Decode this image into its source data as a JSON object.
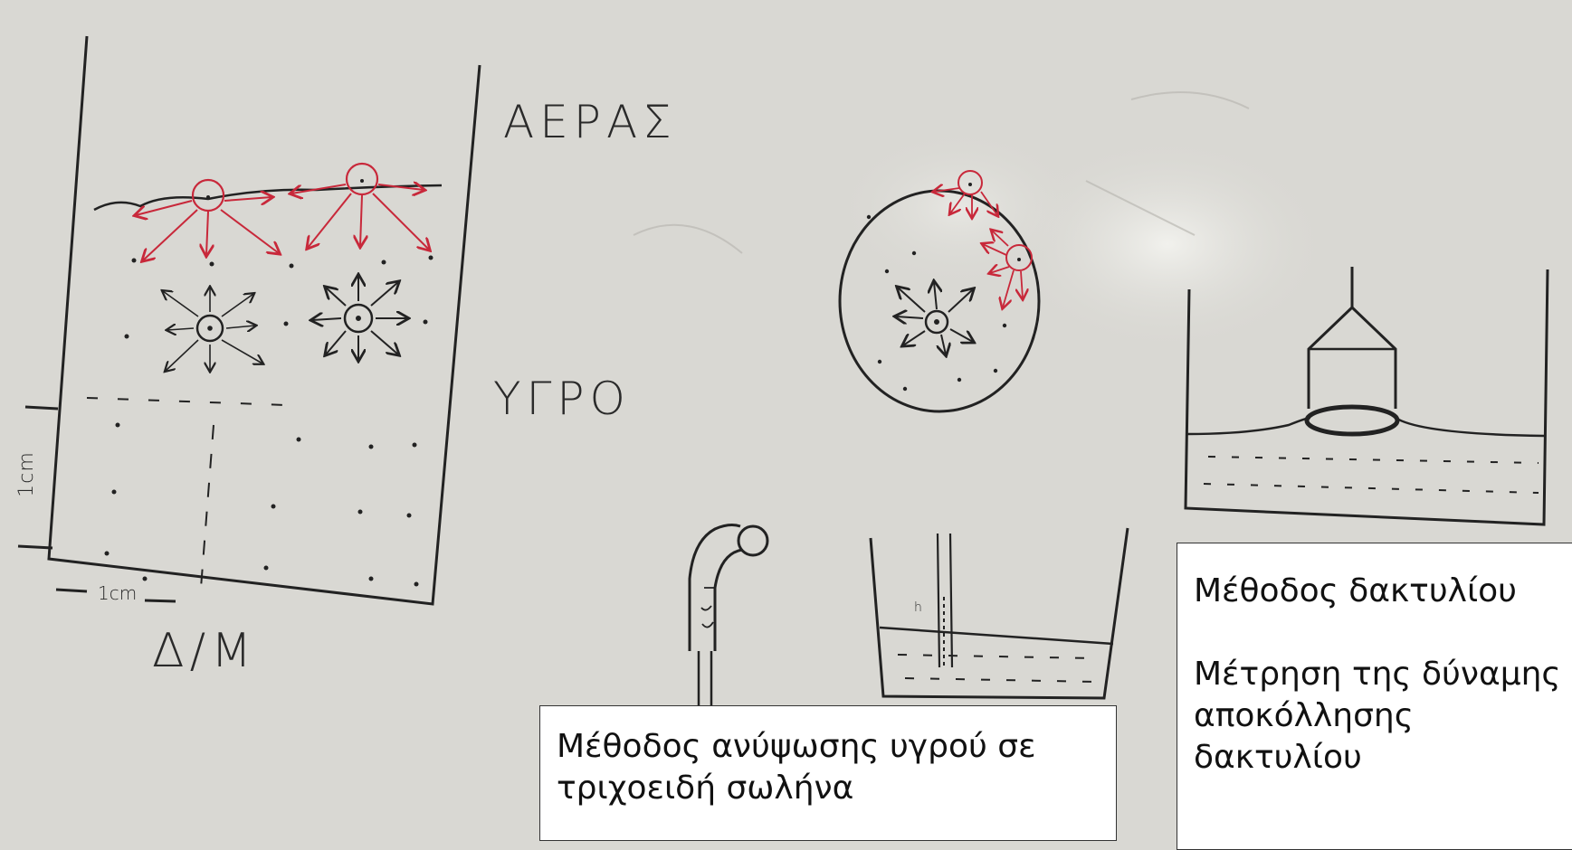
{
  "labels": {
    "air": "ΑΕΡΑΣ",
    "liquid": "ΥΓΡΟ",
    "scale_vertical": "1cm",
    "scale_horizontal": "1cm",
    "dm": "Δ/Μ",
    "height_mark": "h"
  },
  "captions": {
    "capillary": "Μέθοδος ανύψωσης υγρού σε\nτριχοειδή σωλήνα",
    "ring_title": "Μέθοδος δακτυλίου",
    "ring_body": "Μέτρηση της δύναμης\nαποκόλλησης\nδακτυλίου"
  },
  "colors": {
    "board": "#d9d8d3",
    "ink_black": "#222222",
    "ink_red": "#c8283a"
  }
}
